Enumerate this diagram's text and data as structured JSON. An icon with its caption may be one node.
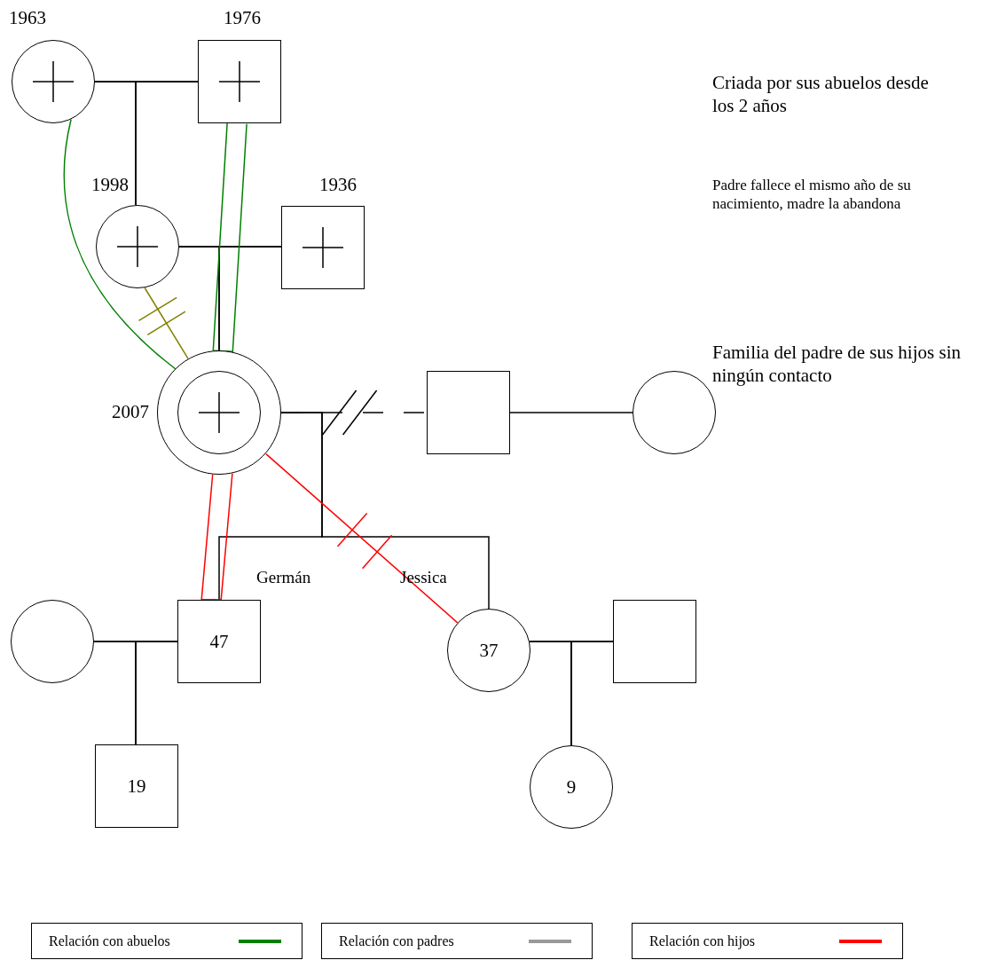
{
  "diagram": {
    "nodes": [
      {
        "text": [],
        "shape": "circle",
        "beside": [
          "1963"
        ]
      },
      {
        "text": [],
        "shape": "box",
        "beside": [
          "1976"
        ]
      },
      {
        "text": [],
        "shape": "circle",
        "beside": [
          "1998"
        ]
      },
      {
        "text": [],
        "shape": "box",
        "beside": [
          "1936"
        ]
      },
      {
        "text": [],
        "shape": "circle",
        "beside": [
          "2007"
        ]
      },
      {
        "text": [],
        "shape": "box"
      },
      {
        "text": [],
        "shape": "circle"
      },
      {
        "text": [
          "47"
        ],
        "beside": [
          "Germán"
        ]
      },
      {
        "text": [
          "37"
        ],
        "beside": [
          "Jessica"
        ]
      },
      {
        "text": [],
        "shape": "circle"
      },
      {
        "text": [
          "19"
        ]
      },
      {
        "text": [],
        "shape": "box"
      },
      {
        "text": [
          "9"
        ]
      }
    ],
    "edges": [
      {
        "from": 0,
        "to": 1,
        "arrow": "none"
      },
      {
        "from": 0,
        "to": 2,
        "arrow": "none"
      },
      {
        "from": 1,
        "to": 2,
        "arrow": "none"
      },
      {
        "from": 2,
        "to": 3,
        "arrow": "none"
      },
      {
        "from": 2,
        "to": 4,
        "arrow": "none"
      },
      {
        "from": 3,
        "to": 4,
        "arrow": "none"
      },
      {
        "from": 4,
        "to": 5,
        "arrow": "none",
        "style": "dashed"
      },
      {
        "from": 5,
        "to": 6,
        "arrow": "none"
      },
      {
        "from": 4,
        "to": 7,
        "arrow": "none"
      },
      {
        "from": 4,
        "to": 8,
        "arrow": "none"
      },
      {
        "from": 9,
        "to": 7,
        "arrow": "none"
      },
      {
        "from": 9,
        "to": 10,
        "arrow": "none"
      },
      {
        "from": 7,
        "to": 10,
        "arrow": "none"
      },
      {
        "from": 8,
        "to": 11,
        "arrow": "none"
      },
      {
        "from": 8,
        "to": 12,
        "arrow": "none"
      },
      {
        "from": 11,
        "to": 12,
        "arrow": "none"
      },
      {
        "from": 0,
        "to": 4,
        "arrow": "none",
        "color": "#008000"
      },
      {
        "from": 1,
        "to": 4,
        "arrow": "none",
        "color": "#008000"
      },
      {
        "from": 2,
        "to": 4,
        "arrow": "none",
        "color": "#808000"
      },
      {
        "from": 4,
        "to": 7,
        "arrow": "none",
        "color": "#ff0000"
      },
      {
        "from": 4,
        "to": 8,
        "arrow": "none",
        "color": "#ff0000"
      }
    ],
    "labels": [
      "Criada por sus abuelos desde los 2 años",
      "Padre fallece el mismo año de su nacimiento, madre la abandona",
      "Familia del padre de sus hijos sin ningún contacto"
    ],
    "legend": [
      {
        "text": "Relación con abuelos",
        "color": "#008000"
      },
      {
        "text": "Relación con padres",
        "color": "#999999"
      },
      {
        "text": "Relación con hijos",
        "color": "#ff0000"
      }
    ]
  }
}
